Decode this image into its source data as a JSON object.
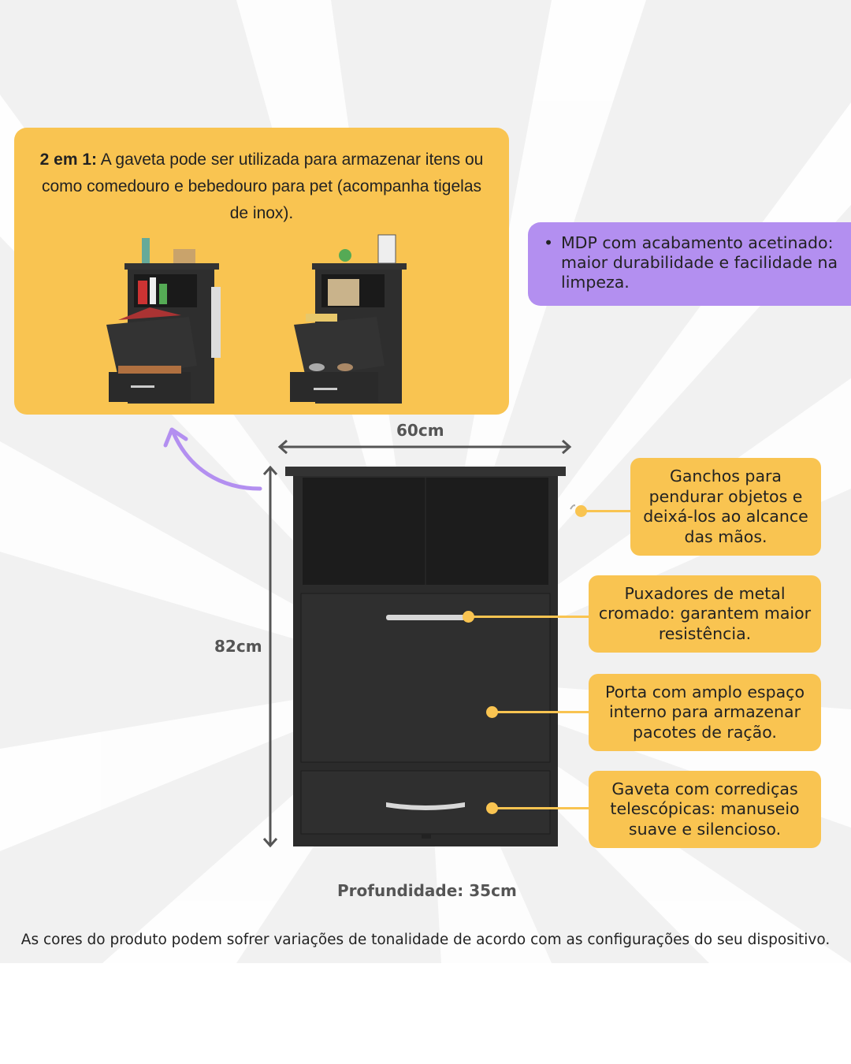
{
  "intro": {
    "bold_lead": "2 em 1:",
    "text": "A gaveta pode ser utilizada para armazenar itens ou como comedouro e bebedouro para pet (acompanha tigelas de inox)."
  },
  "feature_mdp": "MDP com acabamento acetinado: maior durabilidade e facilidade na limpeza.",
  "callouts": [
    "Ganchos para pendurar objetos e deixá-los ao alcance das mãos.",
    "Puxadores de metal cromado: garantem maior resistência.",
    "Porta com amplo espaço interno para armazenar pacotes de ração.",
    "Gaveta com corrediças telescópicas: manuseio suave e silencioso."
  ],
  "dimensions": {
    "width": "60cm",
    "height": "82cm",
    "depth": "Profundidade: 35cm"
  },
  "disclaimer": "As cores do produto podem sofrer variações de tonalidade de acordo com as configurações do seu dispositivo.",
  "colors": {
    "yellow": "#f9c451",
    "purple": "#b38ff0",
    "cabinet": "#2b2b2b"
  }
}
